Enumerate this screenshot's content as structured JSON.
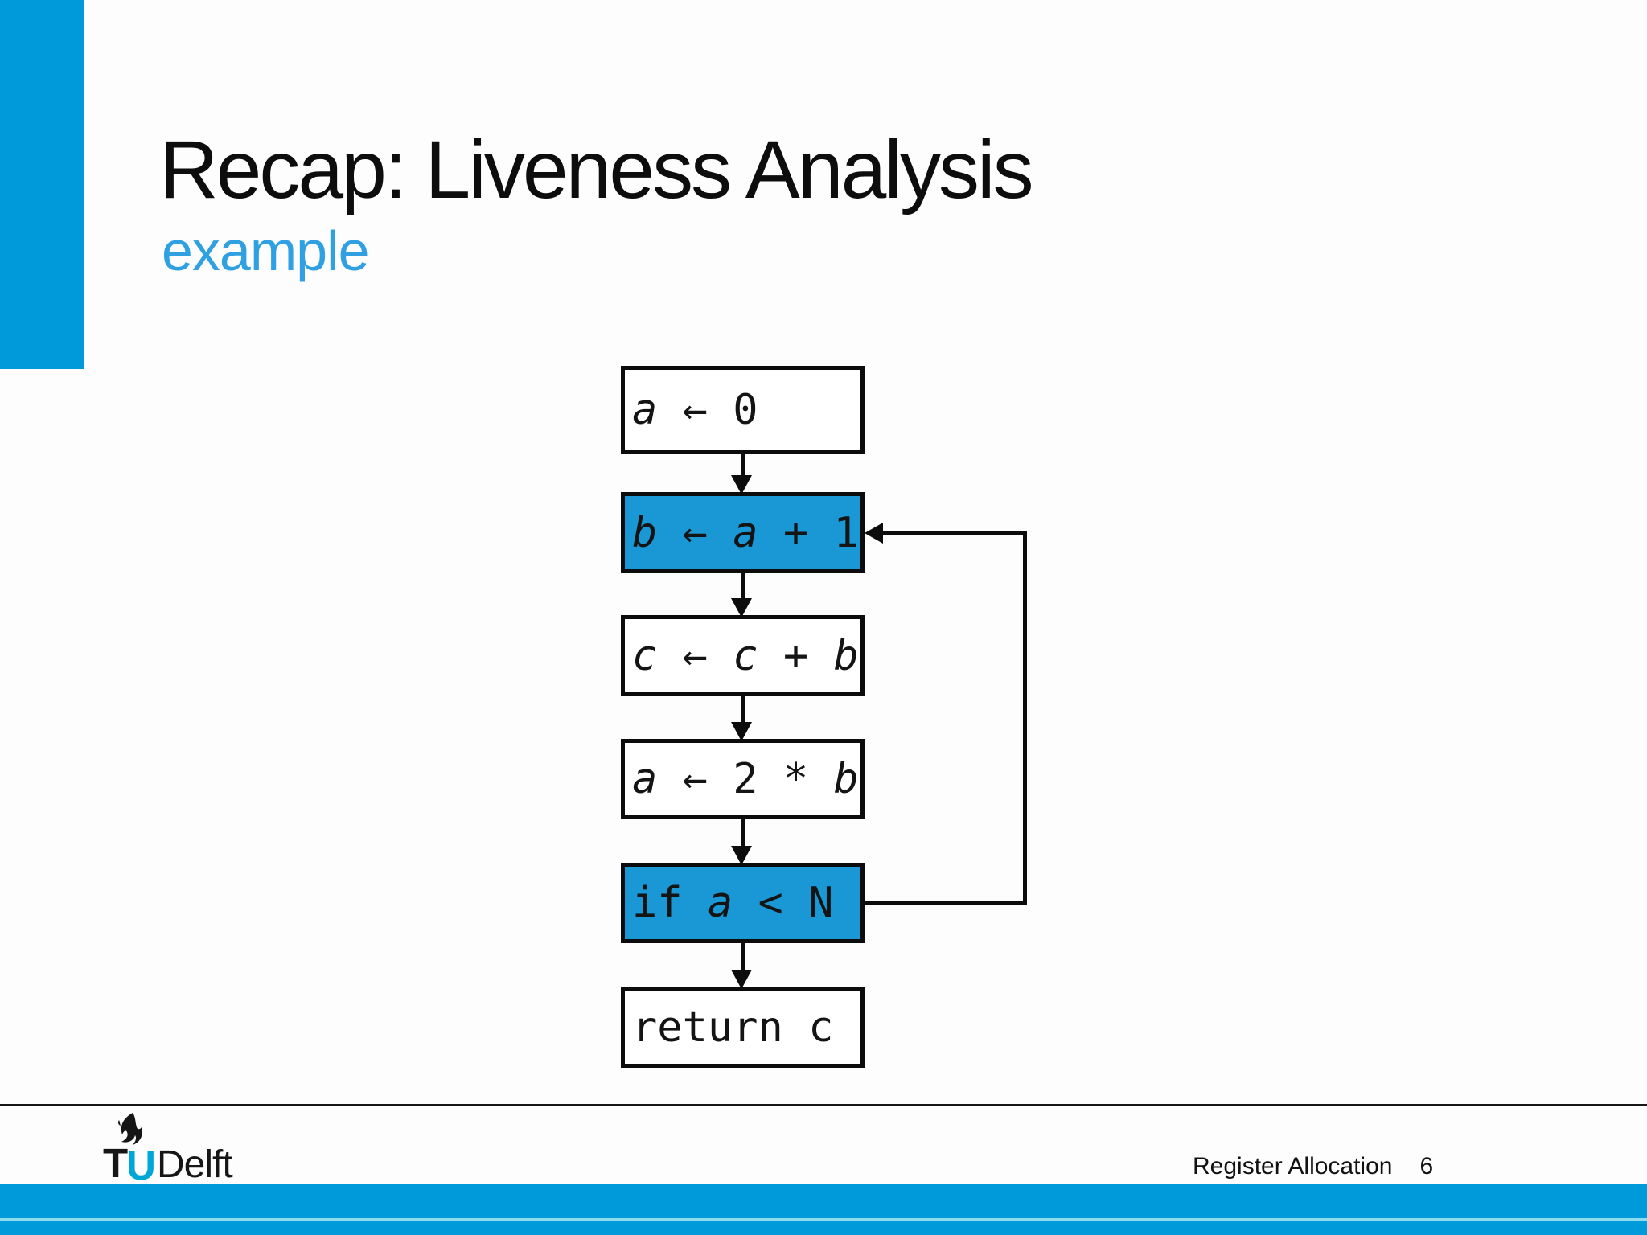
{
  "slide": {
    "title": "Recap: Liveness Analysis",
    "subtitle": "example"
  },
  "flowchart": {
    "nodes": [
      {
        "name": "assign-a-0",
        "highlighted": false,
        "segments": [
          {
            "text": "a",
            "var": true
          },
          {
            "text": " ← 0",
            "var": false
          }
        ]
      },
      {
        "name": "assign-b-a-plus-1",
        "highlighted": true,
        "segments": [
          {
            "text": "b",
            "var": true
          },
          {
            "text": " ← ",
            "var": false
          },
          {
            "text": "a",
            "var": true
          },
          {
            "text": " + 1",
            "var": false
          }
        ]
      },
      {
        "name": "assign-c-c-plus-b",
        "highlighted": false,
        "segments": [
          {
            "text": "c",
            "var": true
          },
          {
            "text": " ← ",
            "var": false
          },
          {
            "text": "c",
            "var": true
          },
          {
            "text": " + ",
            "var": false
          },
          {
            "text": "b",
            "var": true
          }
        ]
      },
      {
        "name": "assign-a-2-times-b",
        "highlighted": false,
        "segments": [
          {
            "text": "a",
            "var": true
          },
          {
            "text": " ← 2 * ",
            "var": false
          },
          {
            "text": "b",
            "var": true
          }
        ]
      },
      {
        "name": "if-a-less-than-n",
        "highlighted": true,
        "segments": [
          {
            "text": "if ",
            "var": false
          },
          {
            "text": "a",
            "var": true
          },
          {
            "text": " < N",
            "var": false
          }
        ]
      },
      {
        "name": "return-c",
        "highlighted": false,
        "segments": [
          {
            "text": "return c",
            "var": false
          }
        ]
      }
    ]
  },
  "footer": {
    "logo": {
      "t": "T",
      "u": "U",
      "delft": "Delft"
    },
    "course": "Register Allocation",
    "page": "6"
  },
  "colors": {
    "accent_blue": "#009ADB",
    "node_highlight_blue": "#1A98D5",
    "subtitle_blue": "#2FA0E1",
    "logo_blue": "#00A6D6",
    "footer_light_line": "#8FDCEF"
  }
}
